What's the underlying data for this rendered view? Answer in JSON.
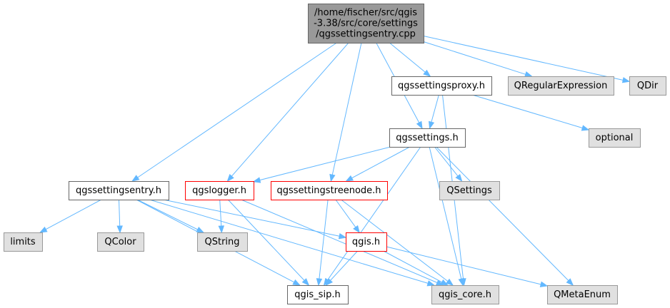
{
  "diagram": {
    "colors": {
      "edge": "#63b8ff",
      "root_fill": "#999999",
      "root_border": "#666666",
      "documented_fill": "#ffffff",
      "documented_border": "#666666",
      "missing_docs_fill": "#ffffff",
      "missing_docs_border": "#ff0000",
      "external_fill": "#e0e0e0",
      "external_border": "#999999"
    },
    "nodes": {
      "root": {
        "lines": [
          "/home/fischer/src/qgis",
          "-3.38/src/core/settings",
          "/qgssettingsentry.cpp"
        ],
        "kind": "root"
      },
      "qgssettingsproxy_h": {
        "lines": [
          "qgssettingsproxy.h"
        ],
        "kind": "documented"
      },
      "qregularexpression": {
        "lines": [
          "QRegularExpression"
        ],
        "kind": "external"
      },
      "qdir": {
        "lines": [
          "QDir"
        ],
        "kind": "external"
      },
      "qgssettings_h": {
        "lines": [
          "qgssettings.h"
        ],
        "kind": "documented"
      },
      "optional": {
        "lines": [
          "optional"
        ],
        "kind": "external"
      },
      "qgssettingsentry_h": {
        "lines": [
          "qgssettingsentry.h"
        ],
        "kind": "documented"
      },
      "qgslogger_h": {
        "lines": [
          "qgslogger.h"
        ],
        "kind": "missing_docs"
      },
      "qgssettingstreenode_h": {
        "lines": [
          "qgssettingstreenode.h"
        ],
        "kind": "missing_docs"
      },
      "qsettings": {
        "lines": [
          "QSettings"
        ],
        "kind": "external"
      },
      "limits": {
        "lines": [
          "limits"
        ],
        "kind": "external"
      },
      "qcolor": {
        "lines": [
          "QColor"
        ],
        "kind": "external"
      },
      "qstring": {
        "lines": [
          "QString"
        ],
        "kind": "external"
      },
      "qgis_h": {
        "lines": [
          "qgis.h"
        ],
        "kind": "missing_docs"
      },
      "qgis_sip_h": {
        "lines": [
          "qgis_sip.h"
        ],
        "kind": "documented"
      },
      "qgis_core_h": {
        "lines": [
          "qgis_core.h"
        ],
        "kind": "external"
      },
      "qmetaenum": {
        "lines": [
          "QMetaEnum"
        ],
        "kind": "external"
      }
    },
    "edges": [
      [
        "root",
        "qgssettingsproxy_h"
      ],
      [
        "root",
        "qregularexpression"
      ],
      [
        "root",
        "qdir"
      ],
      [
        "root",
        "qgssettings_h"
      ],
      [
        "root",
        "qgssettingsentry_h"
      ],
      [
        "root",
        "qgslogger_h"
      ],
      [
        "root",
        "qgssettingstreenode_h"
      ],
      [
        "qgssettingsproxy_h",
        "qgssettings_h"
      ],
      [
        "qgssettingsproxy_h",
        "optional"
      ],
      [
        "qgssettingsproxy_h",
        "qgis_core_h"
      ],
      [
        "qgssettings_h",
        "qgslogger_h"
      ],
      [
        "qgssettings_h",
        "qgssettingstreenode_h"
      ],
      [
        "qgssettings_h",
        "qsettings"
      ],
      [
        "qgssettings_h",
        "qgis_sip_h"
      ],
      [
        "qgssettings_h",
        "qgis_core_h"
      ],
      [
        "qgssettings_h",
        "qmetaenum"
      ],
      [
        "qgssettingsentry_h",
        "limits"
      ],
      [
        "qgssettingsentry_h",
        "qcolor"
      ],
      [
        "qgssettingsentry_h",
        "qstring"
      ],
      [
        "qgssettingsentry_h",
        "qgis_h"
      ],
      [
        "qgssettingsentry_h",
        "qgis_sip_h"
      ],
      [
        "qgssettingsentry_h",
        "qgis_core_h"
      ],
      [
        "qgslogger_h",
        "qstring"
      ],
      [
        "qgslogger_h",
        "qgis_sip_h"
      ],
      [
        "qgslogger_h",
        "qgis_core_h"
      ],
      [
        "qgssettingstreenode_h",
        "qgis_h"
      ],
      [
        "qgssettingstreenode_h",
        "qgis_sip_h"
      ],
      [
        "qgssettingstreenode_h",
        "qgis_core_h"
      ],
      [
        "qgis_h",
        "qgis_sip_h"
      ],
      [
        "qgis_h",
        "qgis_core_h"
      ],
      [
        "qgis_h",
        "qmetaenum"
      ]
    ]
  }
}
